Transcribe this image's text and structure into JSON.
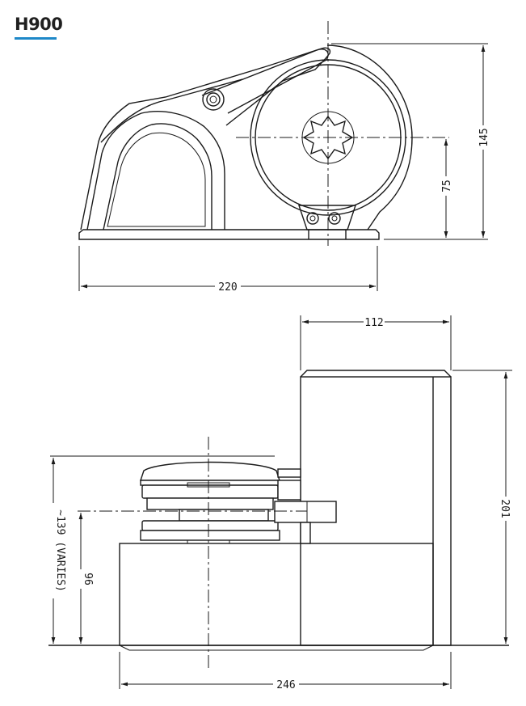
{
  "title": "H900",
  "colors": {
    "accent": "#1e88c8",
    "line": "#1a1a1a"
  },
  "side_view": {
    "dim_width": "220",
    "dim_height": "145",
    "dim_shaft_height": "75"
  },
  "front_view": {
    "dim_depth": "112",
    "dim_height": "201",
    "dim_width": "246",
    "dim_deck_height": "96",
    "dim_varies": "~139 (VARIES)"
  }
}
